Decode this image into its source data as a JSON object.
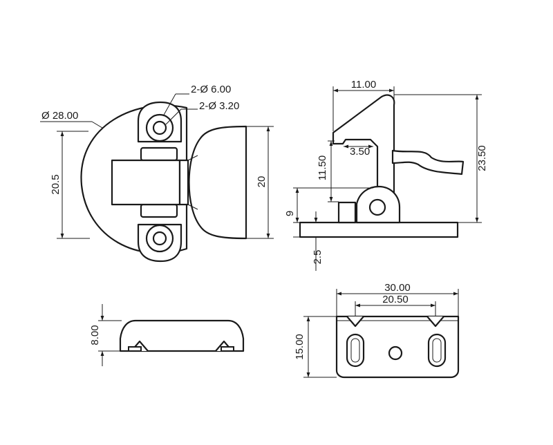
{
  "top_view": {
    "hole_outer_label": "2-Ø 6.00",
    "hole_inner_label": "2-Ø 3.20",
    "diameter_label": "Ø 28.00",
    "height_label": "20.5",
    "magnet_height_label": "20"
  },
  "side_view": {
    "top_width_label": "11.00",
    "total_height_label": "23.50",
    "arm_height_label": "11.50",
    "gap_label": "3.50",
    "base_height_label": "9",
    "plate_label": "2.5"
  },
  "front_view": {
    "height_label": "8.00"
  },
  "bracket_view": {
    "width_label": "30.00",
    "hole_spacing_label": "20.50",
    "height_label": "15.00"
  },
  "colors": {
    "line": "#1a1a1a",
    "background": "#ffffff"
  }
}
